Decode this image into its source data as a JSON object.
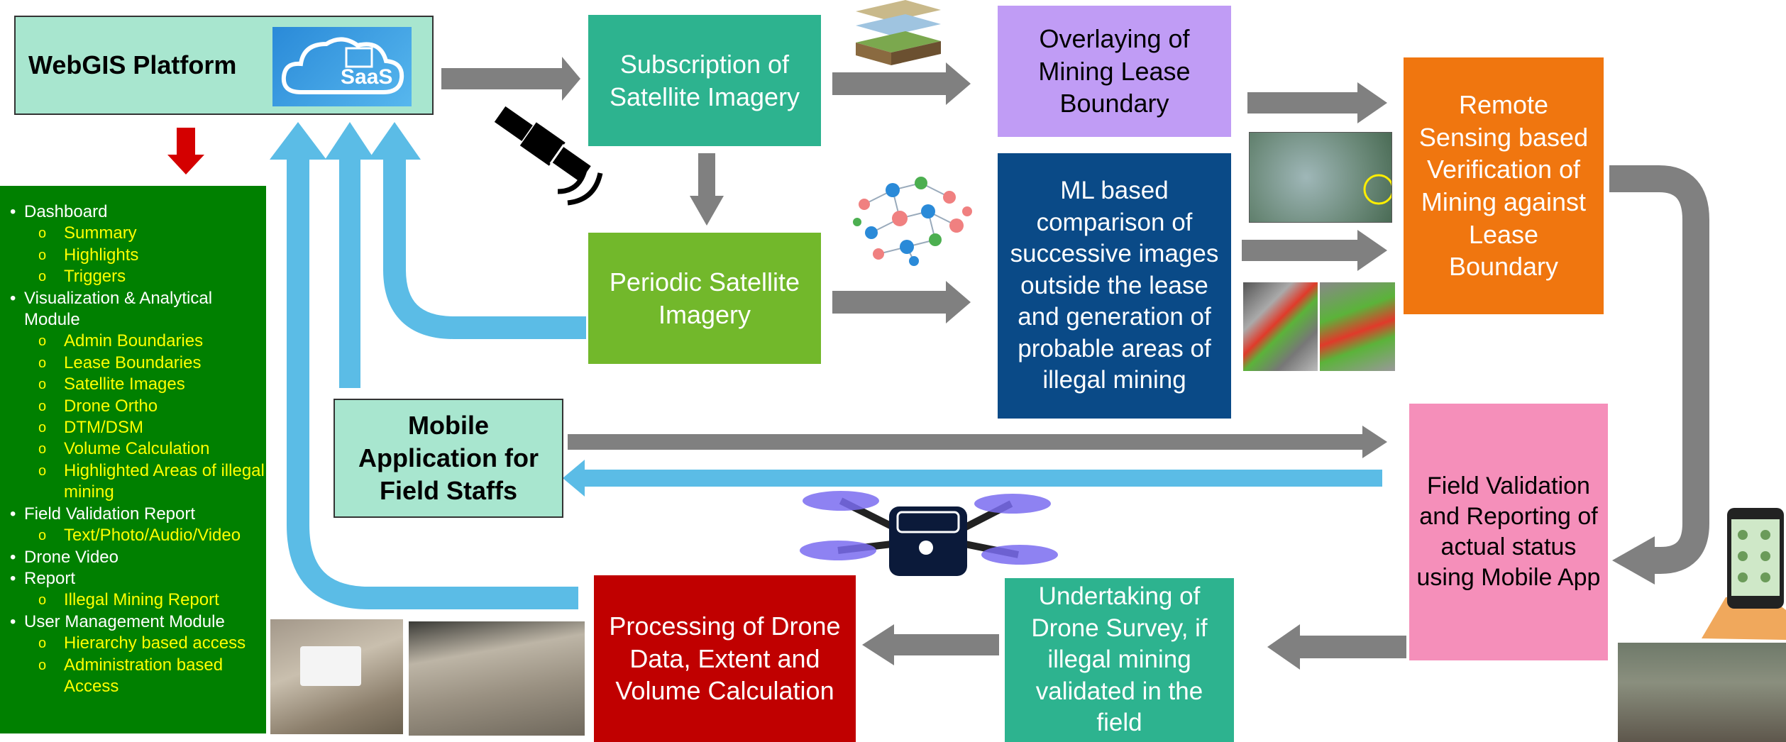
{
  "boxes": {
    "webgis": "WebGIS Platform",
    "saas": "SaaS",
    "subscription": "Subscription of Satellite Imagery",
    "periodic": "Periodic Satellite Imagery",
    "overlay": "Overlaying of Mining Lease Boundary",
    "ml": "ML based comparison of successive images outside the lease and generation of probable areas of illegal mining",
    "remote": "Remote Sensing based Verification of Mining against Lease Boundary",
    "mobile": "Mobile Application for Field Staffs",
    "field": "Field Validation and Reporting of actual status using Mobile App",
    "drone_survey": "Undertaking of Drone Survey, if illegal mining validated in the field",
    "processing": "Processing of Drone Data, Extent and Volume Calculation"
  },
  "menu": [
    {
      "label": "Dashboard",
      "level": 1
    },
    {
      "label": "Summary",
      "level": 2
    },
    {
      "label": "Highlights",
      "level": 2
    },
    {
      "label": "Triggers",
      "level": 2
    },
    {
      "label": "Visualization & Analytical Module",
      "level": 1
    },
    {
      "label": "Admin Boundaries",
      "level": 2
    },
    {
      "label": "Lease Boundaries",
      "level": 2
    },
    {
      "label": "Satellite Images",
      "level": 2
    },
    {
      "label": "Drone Ortho",
      "level": 2
    },
    {
      "label": "DTM/DSM",
      "level": 2
    },
    {
      "label": "Volume Calculation",
      "level": 2
    },
    {
      "label": "Highlighted Areas of illegal mining",
      "level": 2
    },
    {
      "label": "Field Validation Report",
      "level": 1
    },
    {
      "label": "Text/Photo/Audio/Video",
      "level": 2
    },
    {
      "label": "Drone Video",
      "level": 1
    },
    {
      "label": "Report",
      "level": 1
    },
    {
      "label": "Illegal Mining Report",
      "level": 2
    },
    {
      "label": "User Management Module",
      "level": 1
    },
    {
      "label": "Hierarchy based access",
      "level": 2
    },
    {
      "label": "Administration based Access",
      "level": 2
    }
  ],
  "colors": {
    "webgis_bg": "#a8e6cf",
    "teal": "#2db38f",
    "green": "#72b82b",
    "purple": "#c09cf5",
    "navy": "#0a4a87",
    "orange": "#f0760f",
    "pink": "#f58fba",
    "red": "#c00000",
    "menu_bg": "#008000",
    "gray_arrow": "#808080",
    "blue_arrow": "#5bbce6"
  },
  "icons": [
    "cloud-saas-icon",
    "satellite-icon",
    "layers-icon",
    "neural-network-icon",
    "drone-icon",
    "phone-icon"
  ]
}
